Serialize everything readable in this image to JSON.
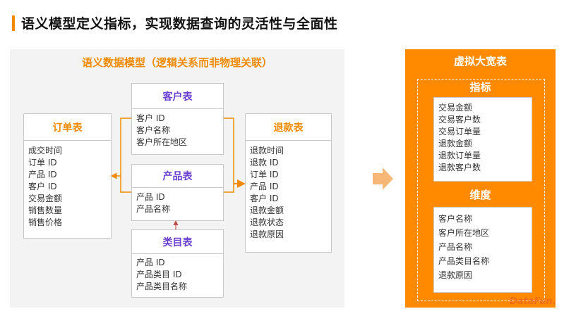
{
  "title": "语义模型定义指标，实现数据查询的灵活性与全面性",
  "semantic_model": {
    "title": "语义数据模型（逻辑关系而非物理关联）",
    "tables": {
      "order": {
        "name": "订单表",
        "fields": [
          "成交时间",
          "订单 ID",
          "产品 ID",
          "客户 ID",
          "交易金额",
          "销售数量",
          "销售价格"
        ]
      },
      "customer": {
        "name": "客户表",
        "fields": [
          "客户 ID",
          "客户名称",
          "客户所在地区"
        ]
      },
      "product": {
        "name": "产品表",
        "fields": [
          "产品 ID",
          "产品名称"
        ]
      },
      "category": {
        "name": "类目表",
        "fields": [
          "产品 ID",
          "产品类目 ID",
          "产品类目名称"
        ]
      },
      "refund": {
        "name": "退款表",
        "fields": [
          "退款时间",
          "退款 ID",
          "订单 ID",
          "产品 ID",
          "客户 ID",
          "退款金额",
          "退款状态",
          "退款原因"
        ]
      }
    }
  },
  "wide_table": {
    "title": "虚拟大宽表",
    "metrics": {
      "title": "指标",
      "items": [
        "交易金额",
        "交易客户数",
        "交易订单量",
        "退款金额",
        "退款订单量",
        "退款客户数"
      ]
    },
    "dimensions": {
      "title": "维度",
      "items": [
        "客户名称",
        "客户所在地区",
        "产品名称",
        "产品类目名称",
        "退款原因"
      ]
    }
  },
  "watermark": "DataFun.",
  "colors": {
    "accent": "#f08a00",
    "wide_bg": "#ff8a00",
    "table_title_purple": "#6a3fd0"
  }
}
